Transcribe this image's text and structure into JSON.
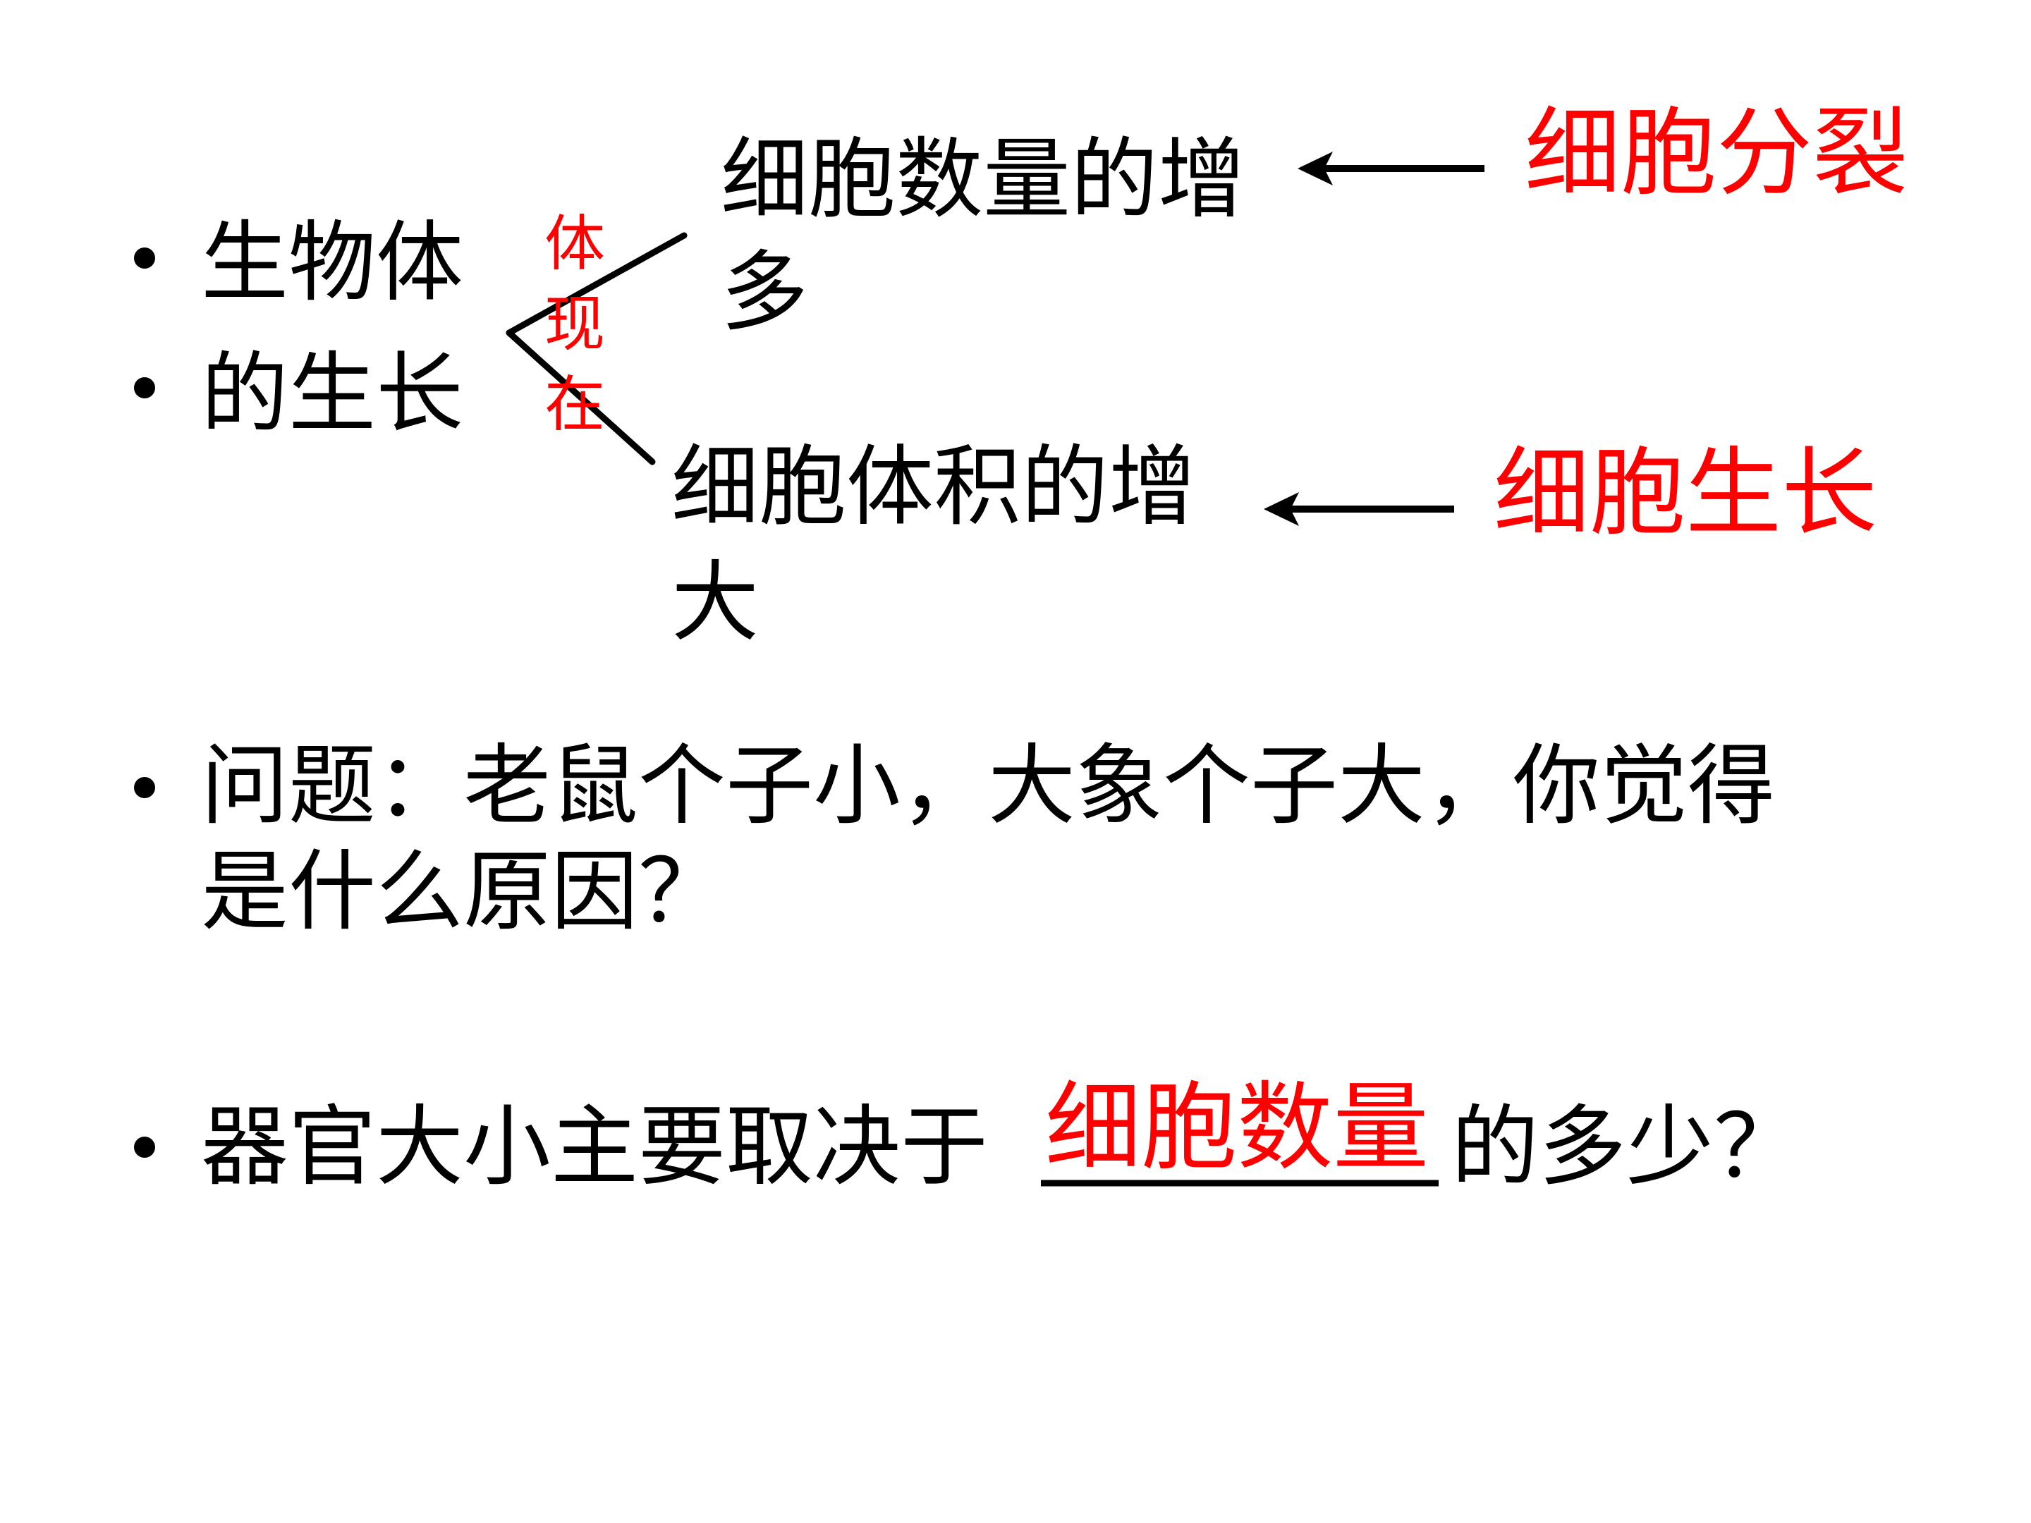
{
  "colors": {
    "text": "#000000",
    "accent_red": "#ff0000",
    "background": "#ffffff"
  },
  "organism_growth": {
    "line1": "生物体",
    "line2": "的生长"
  },
  "manifested_in": {
    "char1": "体",
    "char2": "现",
    "char3": "在"
  },
  "branch_top": {
    "line1": "细胞数量的增",
    "line2": "多",
    "answer": "细胞分裂"
  },
  "branch_bottom": {
    "line1": "细胞体积的增",
    "line2": "大",
    "answer": "细胞生长"
  },
  "question": {
    "line1": "问题：老鼠个子小，大象个子大，你觉得",
    "line2": "是什么原因？"
  },
  "fill_blank": {
    "prefix": "器官大小主要取决于",
    "answer": "细胞数量",
    "suffix": "的多少？"
  }
}
